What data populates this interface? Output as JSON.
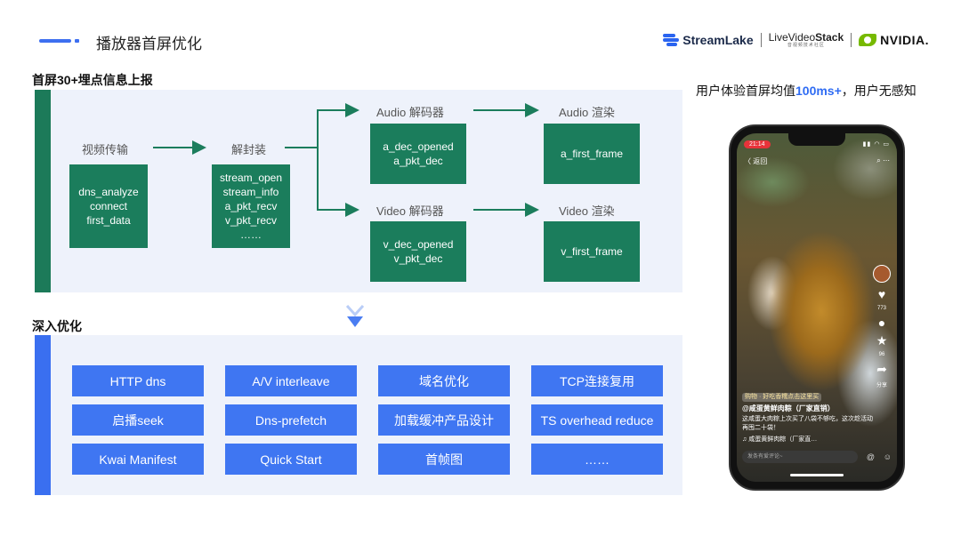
{
  "header": {
    "title": "播放器首屏优化",
    "logos": {
      "streamlake": "StreamLake",
      "livevideostack_main_a": "LiveVideo",
      "livevideostack_main_b": "Stack",
      "livevideostack_sub": "音视频技术社区",
      "nvidia": "NVIDIA."
    }
  },
  "section1": {
    "title": "首屏30+埋点信息上报",
    "labels": {
      "transport": "视频传输",
      "demux": "解封装",
      "audio_decoder": "Audio 解码器",
      "audio_render": "Audio 渲染",
      "video_decoder": "Video 解码器",
      "video_render": "Video 渲染"
    },
    "boxes": {
      "transport": [
        "dns_analyze",
        "connect",
        "first_data"
      ],
      "demux": [
        "stream_open",
        "stream_info",
        "a_pkt_recv",
        "v_pkt_recv",
        "……"
      ],
      "audio_decoder": [
        "a_dec_opened",
        "a_pkt_dec"
      ],
      "audio_render": [
        "a_first_frame"
      ],
      "video_decoder": [
        "v_dec_opened",
        "v_pkt_dec"
      ],
      "video_render": [
        "v_first_frame"
      ]
    }
  },
  "section2": {
    "title": "深入优化",
    "items": [
      "HTTP dns",
      "A/V interleave",
      "域名优化",
      "TCP连接复用",
      "启播seek",
      "Dns-prefetch",
      "加载缓冲产品设计",
      "TS overhead reduce",
      "Kwai Manifest",
      "Quick Start",
      "首帧图",
      "……"
    ]
  },
  "claim": {
    "prefix": "用户体验首屏均值",
    "highlight": "100ms+",
    "suffix": "，用户无感知"
  },
  "phone": {
    "time": "21:14",
    "status_icons": "▮▮ ◠ ▭",
    "back": "〈 返回",
    "top_right": "⌕  ⋯",
    "like_count": "773",
    "comment_count": "",
    "star_count": "96",
    "share_label": "分享",
    "tag": "购物 · 好吃香糯点击这里买",
    "author": "@咸蛋黄鲜肉粽（厂家直销）",
    "desc": "这咸蛋大肉粽上次买了八袋不够吃，这次趁活动再囤二十袋！",
    "music": "♫ 咸蛋黄鲜肉粽（厂家直…",
    "comment_placeholder": "发条有爱评论~",
    "icons": {
      "like": "heart-icon",
      "comment": "comment-icon",
      "star": "star-icon",
      "share": "share-icon"
    }
  }
}
